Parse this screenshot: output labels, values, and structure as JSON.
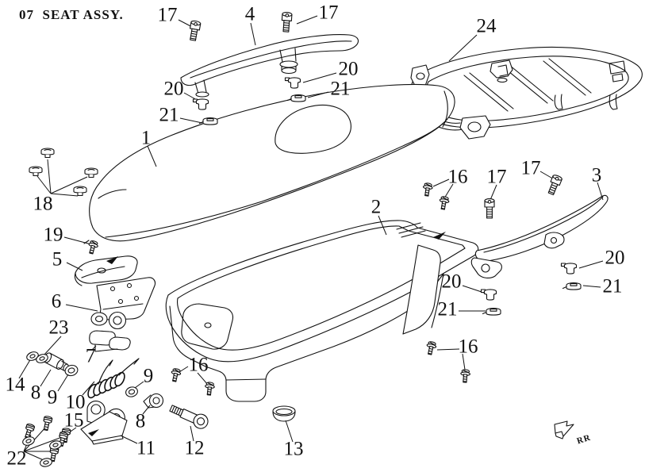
{
  "title": "07  SEAT ASSY.",
  "direction_indicator": {
    "label": "RR"
  },
  "colors": {
    "line": "#111111",
    "background": "#ffffff"
  },
  "callouts": {
    "no17a": {
      "label": "17"
    },
    "no4": {
      "label": "4"
    },
    "no17b": {
      "label": "17"
    },
    "no24": {
      "label": "24"
    },
    "no20a": {
      "label": "20"
    },
    "no21a": {
      "label": "21"
    },
    "no20b": {
      "label": "20"
    },
    "no21b": {
      "label": "21"
    },
    "no1": {
      "label": "1"
    },
    "no18": {
      "label": "18"
    },
    "no19": {
      "label": "19"
    },
    "no5": {
      "label": "5"
    },
    "no6": {
      "label": "6"
    },
    "no23": {
      "label": "23"
    },
    "no14": {
      "label": "14"
    },
    "no8a": {
      "label": "8"
    },
    "no9a": {
      "label": "9"
    },
    "no10": {
      "label": "10"
    },
    "no7": {
      "label": "7"
    },
    "no9b": {
      "label": "9"
    },
    "no8b": {
      "label": "8"
    },
    "no15": {
      "label": "15"
    },
    "no11": {
      "label": "11"
    },
    "no22": {
      "label": "22"
    },
    "no16a": {
      "label": "16"
    },
    "no12": {
      "label": "12"
    },
    "no13": {
      "label": "13"
    },
    "no2": {
      "label": "2"
    },
    "no16b": {
      "label": "16"
    },
    "no17c": {
      "label": "17"
    },
    "no17d": {
      "label": "17"
    },
    "no3": {
      "label": "3"
    },
    "no20c": {
      "label": "20"
    },
    "no21c": {
      "label": "21"
    },
    "no20d": {
      "label": "20"
    },
    "no21d": {
      "label": "21"
    },
    "no16c": {
      "label": "16"
    }
  }
}
